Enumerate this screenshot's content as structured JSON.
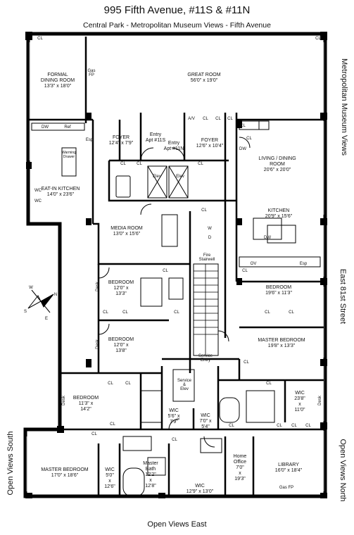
{
  "header": {
    "title": "995 Fifth Avenue, #11S & #11N",
    "subtitle": "Central Park - Metropolitan Museum Views - Fifth Avenue"
  },
  "views": {
    "right_top": "Metropolitan Museum Views",
    "right_middle": "East 81st Street",
    "right_bottom": "Open Views North",
    "left_bottom": "Open Views South",
    "bottom": "Open Views East"
  },
  "compass": {
    "n": "N",
    "s": "S",
    "e": "E",
    "w": "W"
  },
  "rooms": {
    "formal_dining": {
      "name": "FORMAL\nDINING ROOM",
      "dim": "13'3\" x 18'0\""
    },
    "great_room": {
      "name": "GREAT ROOM",
      "dim": "56'0\" x 19'0\""
    },
    "foyer_s": {
      "name": "FOYER",
      "dim": "12'4\" x 7'9\""
    },
    "entry_s": {
      "name": "Entry\nApt #11S"
    },
    "entry_n": {
      "name": "Entry\nApt #11N"
    },
    "foyer_n": {
      "name": "FOYER",
      "dim": "12'6\" x 10'4\""
    },
    "living_dining": {
      "name": "LIVING / DINING\nROOM",
      "dim": "20'6\" x 20'0\""
    },
    "eat_in_kitchen": {
      "name": "EAT-IN KITCHEN",
      "dim": "14'0\" x 23'6\""
    },
    "kitchen": {
      "name": "KITCHEN",
      "dim": "20'9\" x 15'6\""
    },
    "media_room": {
      "name": "MEDIA ROOM",
      "dim": "13'0\" x 15'6\""
    },
    "bedroom_1": {
      "name": "BEDROOM",
      "dim": "12'0\" x\n13'3\""
    },
    "bedroom_e": {
      "name": "BEDROOM",
      "dim": "19'6\" x 11'3\""
    },
    "bedroom_2": {
      "name": "BEDROOM",
      "dim": "12'0\" x\n13'8\""
    },
    "master_bedroom_n": {
      "name": "MASTER BEDROOM",
      "dim": "19'8\" x 13'3\""
    },
    "bedroom_3": {
      "name": "BEDROOM",
      "dim": "11'3\" x\n14'2\""
    },
    "wic_a": {
      "name": "WIC",
      "dim": "5'6\" x\n7'9\""
    },
    "wic_b": {
      "name": "WIC",
      "dim": "7'0\" x\n5'4\""
    },
    "wic_c": {
      "name": "WIC",
      "dim": "23'8\"\nx\n11'0\""
    },
    "master_bedroom_s": {
      "name": "MASTER BEDROOM",
      "dim": "17'0\" x 18'6\""
    },
    "wic_d": {
      "name": "WIC",
      "dim": "5'0\"\nx\n12'6\""
    },
    "master_bath": {
      "name": "Master\nBath",
      "dim": "12'2\"\nx\n12'8\""
    },
    "wic_e": {
      "name": "WIC",
      "dim": "12'9\" x 13'0\""
    },
    "home_office": {
      "name": "Home\nOffice",
      "dim": "7'0\"\nx\n19'3\""
    },
    "library": {
      "name": "LIBRARY",
      "dim": "16'0\" x 18'4\""
    }
  },
  "small_labels": {
    "cl": "CL",
    "gas_fp": "Gas\nFP",
    "gas_fp_2": "Gas FP",
    "av": "A/V",
    "dw": "DW",
    "ref": "Ref",
    "esp": "Esp",
    "warming_drawer": "Warming\nDrawer",
    "wc": "WC",
    "elev": "Elev",
    "w": "W",
    "d": "D",
    "fire_stairwell": "Fire\nStairwell",
    "service_entry": "Service\nEntry",
    "service_elev": "Service\n&\nElev",
    "ov": "OV",
    "desk": "Desk"
  }
}
